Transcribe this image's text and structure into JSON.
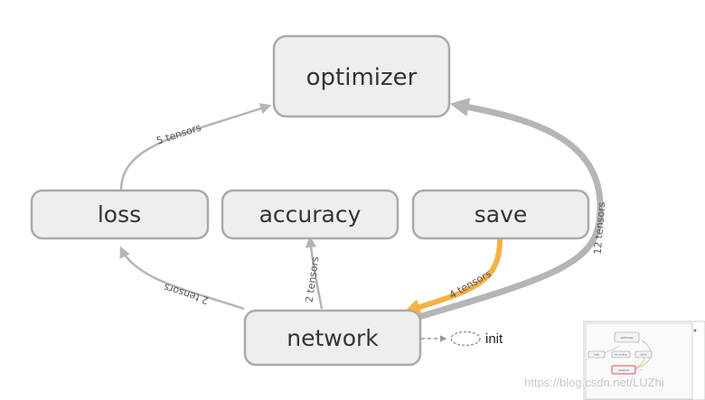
{
  "nodes": {
    "optimizer": "optimizer",
    "loss": "loss",
    "accuracy": "accuracy",
    "save": "save",
    "network": "network",
    "init": "init"
  },
  "edges": {
    "loss_to_optimizer": "5 tensors",
    "network_to_loss": "2 tensors",
    "network_to_accuracy": "2 tensors",
    "save_to_network": "4 tensors",
    "network_to_optimizer": "12 tensors"
  },
  "minimap": {
    "optimizer": "optimizer",
    "loss": "loss",
    "accuracy": "accuracy",
    "save": "save",
    "network": "network"
  },
  "watermark": "https://blog.csdn.net/LUZhi",
  "colors": {
    "node_fill": "#eeeeee",
    "node_stroke": "#aaaaaa",
    "edge_gray": "#b5b5b5",
    "edge_highlight": "#f5b244",
    "minimap_selected": "#e05252"
  }
}
